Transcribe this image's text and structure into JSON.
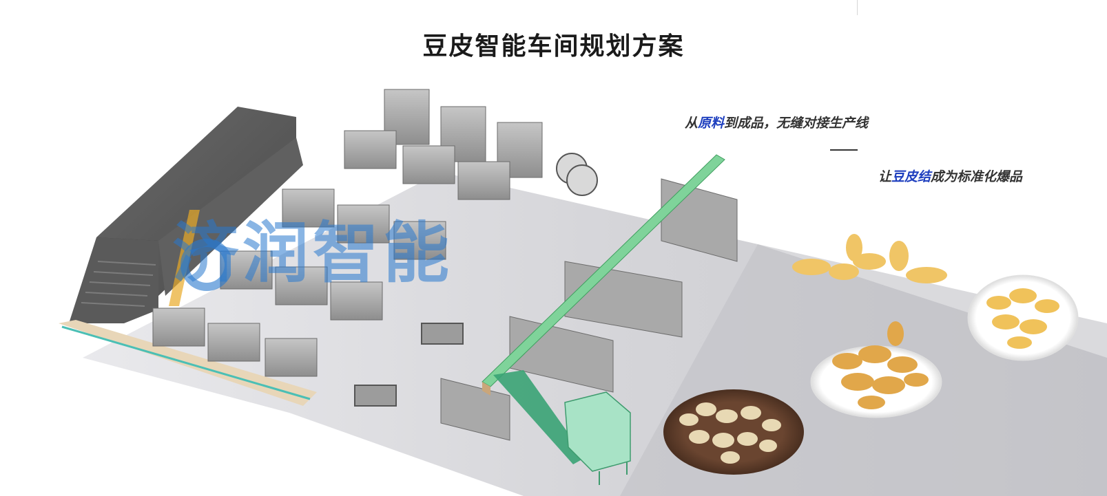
{
  "header": {
    "title": "豆皮智能车间规划方案"
  },
  "slogans": {
    "line1": {
      "prefix": "从",
      "highlight": "原料",
      "suffix": "到成品，无缝对接生产线"
    },
    "line2": {
      "prefix": "让",
      "highlight": "豆皮结",
      "suffix": "成为标准化爆品"
    }
  },
  "watermark": {
    "text": "济润智能"
  },
  "colors": {
    "accent": "#1e3fbf",
    "machine_grey": "#9a9a9a",
    "conveyor_green": "#6cc38a",
    "watermark_blue": "#2878cd",
    "tofu_skin": "#e6b55a"
  },
  "icons": {
    "watermark_logo": "jirun-logo-icon"
  }
}
